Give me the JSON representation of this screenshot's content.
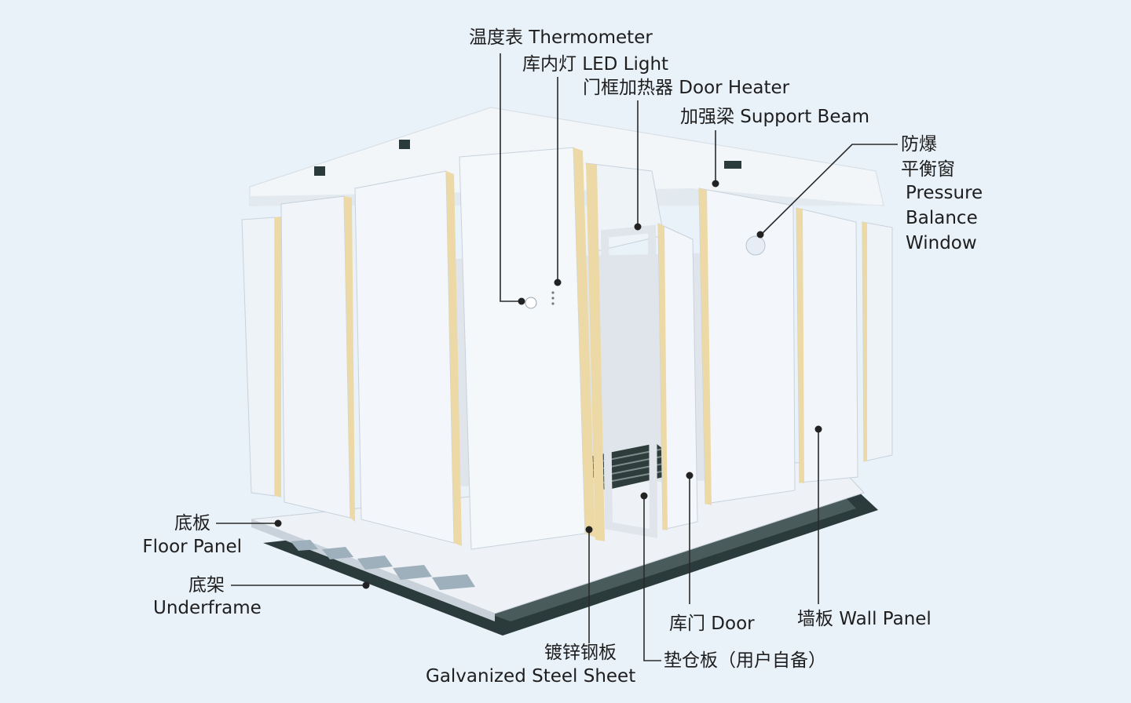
{
  "labels": {
    "thermometer": "温度表 Thermometer",
    "led_light": "库内灯 LED Light",
    "door_heater": "门框加热器 Door Heater",
    "support_beam": "加强梁 Support Beam",
    "pressure_window_cn_1": "防爆",
    "pressure_window_cn_2": "平衡窗",
    "pressure_window_en_1": "Pressure",
    "pressure_window_en_2": "Balance",
    "pressure_window_en_3": "Window",
    "floor_panel_cn": "底板",
    "floor_panel_en": "Floor Panel",
    "underframe_cn": "底架",
    "underframe_en": "Underframe",
    "door": "库门 Door",
    "wall_panel": "墙板 Wall Panel",
    "galvanized_cn": "镀锌钢板",
    "galvanized_en": "Galvanized Steel Sheet",
    "pallet_board": "垫仓板（用户自备）"
  },
  "colors": {
    "background": "#e9f1f9",
    "panel_face": "#f2f6fa",
    "panel_shade": "#dfe7ef",
    "insulation_core": "#ecd9a6",
    "underframe": "#2b3a3a",
    "leader_line": "#2a2a2a"
  }
}
